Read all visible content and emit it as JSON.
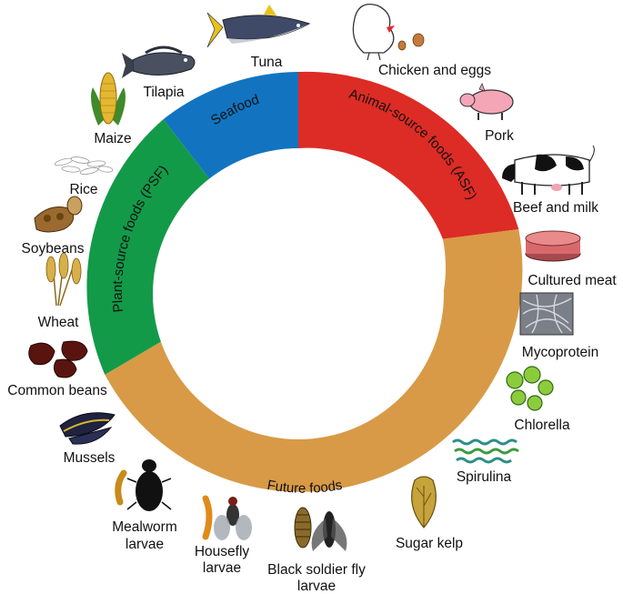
{
  "colors": {
    "seafood": "#1274c0",
    "animal": "#dd2b25",
    "future": "#d89a46",
    "plant": "#139a48"
  },
  "segments": {
    "seafood": "Seafood",
    "animal": "Animal-source foods (ASF)",
    "future": "Future foods",
    "plant": "Plant-source foods (PSF)"
  },
  "items": {
    "tuna": "Tuna",
    "chicken": "Chicken and eggs",
    "pork": "Pork",
    "beef": "Beef and milk",
    "cultured": "Cultured meat",
    "mycoprotein": "Mycoprotein",
    "chlorella": "Chlorella",
    "spirulina": "Spirulina",
    "kelp": "Sugar kelp",
    "bsf1": "Black soldier fly",
    "bsf2": "larvae",
    "housefly1": "Housefly",
    "housefly2": "larvae",
    "mealworm1": "Mealworm",
    "mealworm2": "larvae",
    "mussels": "Mussels",
    "beans": "Common beans",
    "wheat": "Wheat",
    "soybeans": "Soybeans",
    "rice": "Rice",
    "maize": "Maize",
    "tilapia": "Tilapia"
  }
}
